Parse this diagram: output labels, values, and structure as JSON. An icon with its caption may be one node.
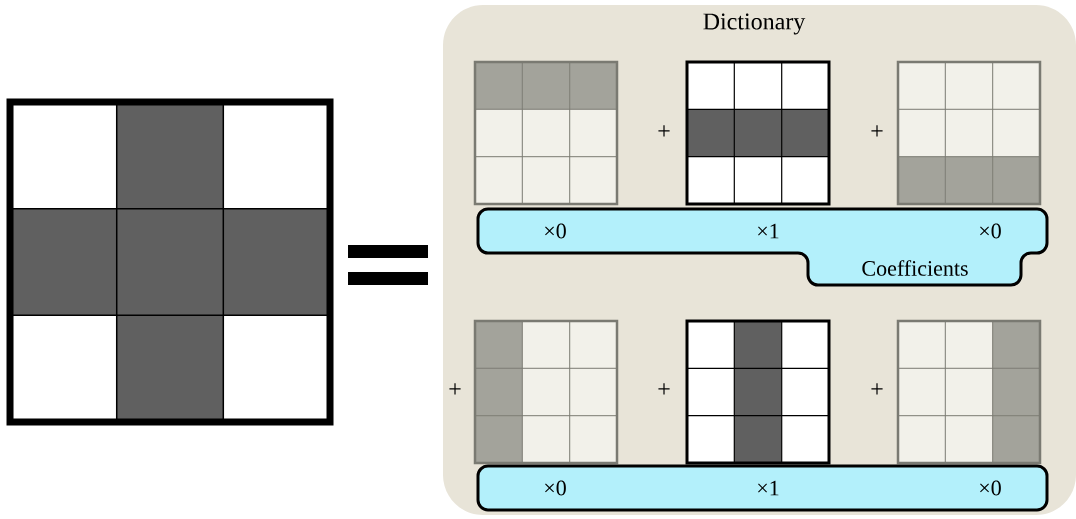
{
  "diagram": {
    "nodes": [
      {
        "text": [
          "Dictionary"
        ]
      },
      {
        "text": [
          "×0",
          "×1",
          "×0",
          "Coefficients"
        ],
        "in": 0
      },
      {
        "text": [
          "×0",
          "×1",
          "×0"
        ],
        "in": 0
      }
    ],
    "labels": [
      "+",
      "+",
      "+",
      "+",
      "+"
    ]
  }
}
